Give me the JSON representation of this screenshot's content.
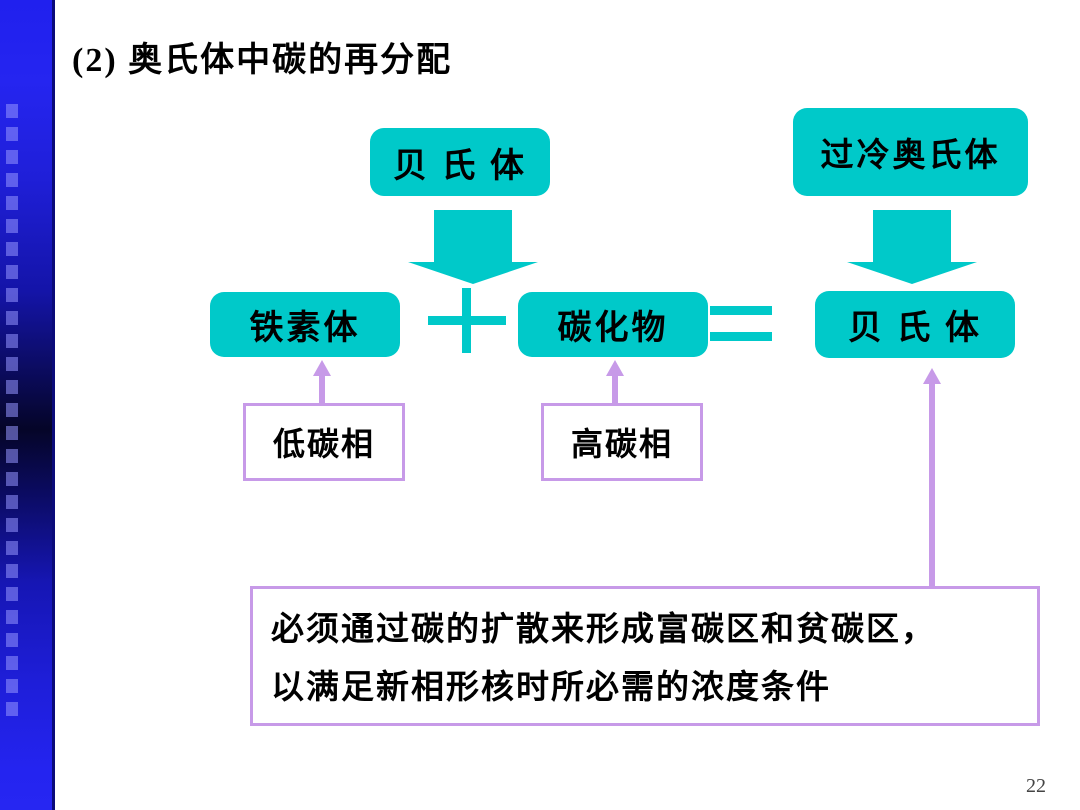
{
  "slide": {
    "title": "(2) 奥氏体中碳的再分配",
    "page_number": "22",
    "colors": {
      "sidebar_blue": "#2020ee",
      "sidebar_dark": "#050528",
      "teal": "#00C9C9",
      "purple": "#C79AE8",
      "text": "#000000",
      "background": "#ffffff"
    }
  },
  "diagram": {
    "boxes": {
      "bainite_top": "贝 氏 体",
      "supercooled_austenite": "过冷奥氏体",
      "ferrite": "铁素体",
      "carbide": "碳化物",
      "bainite_result": "贝 氏 体",
      "low_carbon_phase": "低碳相",
      "high_carbon_phase": "高碳相"
    },
    "operators": {
      "plus": "+",
      "equals": "="
    },
    "arrows": {
      "bainite_decomposition": "贝氏体 分解为 铁素体 + 碳化物",
      "austenite_transformation": "过冷奥氏体 转变为 贝氏体",
      "ferrite_from_low_carbon": "低碳相 对应 铁素体",
      "carbide_from_high_carbon": "高碳相 对应 碳化物",
      "note_to_bainite": "说明 指向 贝氏体"
    }
  },
  "note": {
    "line1": "必须通过碳的扩散来形成富碳区和贫碳区，",
    "line2": "以满足新相形核时所必需的浓度条件"
  }
}
